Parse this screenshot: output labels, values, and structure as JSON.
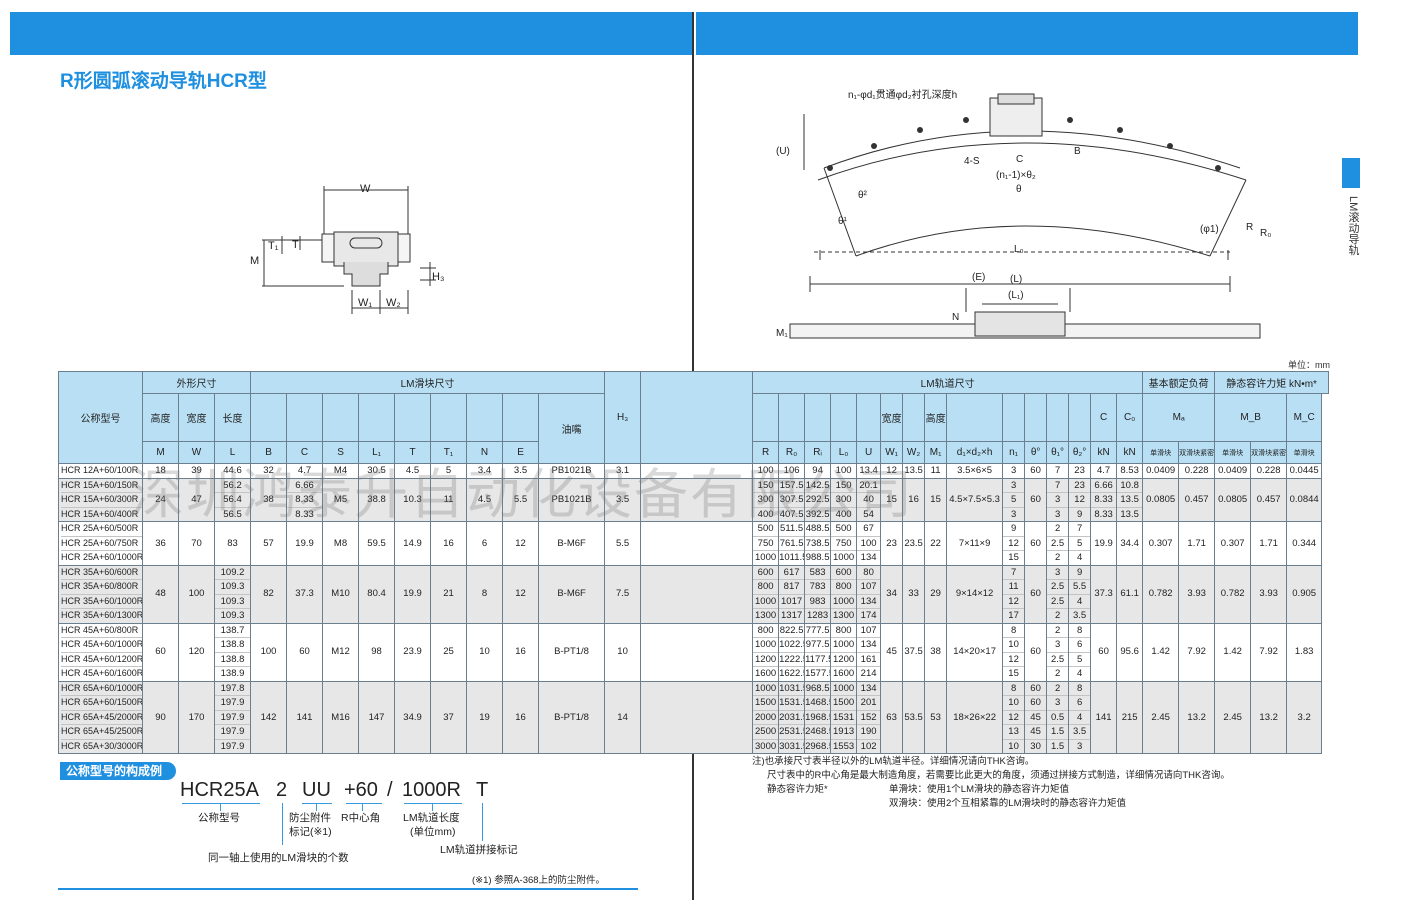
{
  "header": {
    "title": "R形圆弧滚动导轨HCR型",
    "side_tab": "LM滚动导轨",
    "unit": "单位：mm"
  },
  "watermark": "深圳鸿泰升自动化设备有限公司",
  "diagram_left": {
    "labels": {
      "W": "W",
      "T1": "T₁",
      "T": "T",
      "M": "M",
      "H3": "H₃",
      "W1": "W₁",
      "W2": "W₂"
    }
  },
  "diagram_right": {
    "labels": {
      "hole_note": "n₁-φd₁贯通φd₂衬孔深度h",
      "U": "(U)",
      "S": "4-S",
      "C": "C",
      "B": "B",
      "pitch": "(n₁-1)×θ₂",
      "theta": "θ",
      "theta2": "θ²",
      "theta1": "θ¹",
      "L0": "L₀",
      "phi1": "(φ1)",
      "R": "R",
      "R0": "R₀",
      "E": "(E)",
      "L": "(L)",
      "L1": "(L₁)",
      "N": "N",
      "M1": "M₁"
    }
  },
  "table": {
    "head": {
      "model": "公称型号",
      "outer": "外形尺寸",
      "block": "LM滑块尺寸",
      "oil": "油嘴",
      "h3": "H₃",
      "rail": "LM轨道尺寸",
      "load": "基本额定负荷",
      "moment": "静态容许力矩 kN•m*",
      "height": "高度",
      "width": "宽度",
      "length": "长度",
      "rail_width": "宽度",
      "rail_height": "高度",
      "M": "M",
      "W": "W",
      "L": "L",
      "B": "B",
      "C": "C",
      "S": "S",
      "L1": "L₁",
      "T": "T",
      "T1": "T₁",
      "N": "N",
      "E": "E",
      "R": "R",
      "Ro": "R₀",
      "Ri": "Rᵢ",
      "Lo": "L₀",
      "U": "U",
      "W1": "W₁",
      "W2": "W₂",
      "M1": "M₁",
      "dxh": "d₁×d₂×h",
      "n1": "n₁",
      "theta": "θ°",
      "theta1": "θ₁°",
      "theta2": "θ₂°",
      "Cd": "C",
      "C0": "C₀",
      "kN": "kN",
      "kN2": "kN",
      "MA": "Mₐ",
      "MB": "M_B",
      "MC": "M_C",
      "single": "单滑块",
      "double": "双滑块紧密接触"
    },
    "groups": [
      {
        "rows": [
          {
            "model": "HCR 12A+60/100R",
            "M": "18",
            "W": "39",
            "L": "44.6",
            "B": "32",
            "C": "4.7",
            "S": "M4",
            "L1": "30.5",
            "T": "4.5",
            "T1": "5",
            "N": "3.4",
            "E": "3.5",
            "oil": "PB1021B",
            "H3": "3.1",
            "R": "100",
            "Ro": "106",
            "Ri": "94",
            "Lo": "100",
            "U": "13.4",
            "W1": "12",
            "W2": "13.5",
            "M1": "11",
            "dxh": "3.5×6×5",
            "n1": "3",
            "th": "60",
            "th1": "7",
            "th2": "23",
            "C0": "8.53",
            "MA1": "0.0409",
            "MA2": "0.228",
            "MB1": "0.0409",
            "MB2": "0.228",
            "MC": "0.0445"
          }
        ]
      },
      {
        "model": [
          "HCR 15A+60/150R",
          "HCR 15A+60/300R",
          "HCR 15A+60/400R"
        ],
        "M": "24",
        "W": "47",
        "L": [
          "56.2",
          "56.4",
          "56.5"
        ],
        "B": "38",
        "C": [
          "6.66",
          "8.33",
          "8.33"
        ],
        "S": "M5",
        "L1": "38.8",
        "T": "10.3",
        "T1": "11",
        "N": "4.5",
        "E": "5.5",
        "oil": "PB1021B",
        "H3": "3.5",
        "R": [
          "150",
          "300",
          "400"
        ],
        "Ro": [
          "157.5",
          "307.5",
          "407.5"
        ],
        "Ri": [
          "142.5",
          "292.5",
          "392.5"
        ],
        "Lo": [
          "150",
          "300",
          "400"
        ],
        "U": [
          "20.1",
          "40",
          "54"
        ],
        "W1": "15",
        "W2": "16",
        "M1": "15",
        "dxh": "4.5×7.5×5.3",
        "n1": [
          "3",
          "5",
          "3"
        ],
        "th": "60",
        "th1": [
          "7",
          "3",
          "3"
        ],
        "th2": [
          "23",
          "12",
          "9"
        ],
        "C0": [
          "10.8",
          "13.5",
          "13.5"
        ],
        "MA1": "0.0805",
        "MA2": "0.457",
        "MB1": "0.0805",
        "MB2": "0.457",
        "MC": "0.0844"
      },
      {
        "model": [
          "HCR 25A+60/500R",
          "HCR 25A+60/750R",
          "HCR 25A+60/1000R"
        ],
        "M": "36",
        "W": "70",
        "L": "83",
        "B": "57",
        "C": "19.9",
        "S": "M8",
        "L1": "59.5",
        "T": "14.9",
        "T1": "16",
        "N": "6",
        "E": "12",
        "oil": "B-M6F",
        "H3": "5.5",
        "R": [
          "500",
          "750",
          "1000"
        ],
        "Ro": [
          "511.5",
          "761.5",
          "1011.5"
        ],
        "Ri": [
          "488.5",
          "738.5",
          "988.5"
        ],
        "Lo": [
          "500",
          "750",
          "1000"
        ],
        "U": [
          "67",
          "100",
          "134"
        ],
        "W1": "23",
        "W2": "23.5",
        "M1": "22",
        "dxh": "7×11×9",
        "n1": [
          "9",
          "12",
          "15"
        ],
        "th": "60",
        "th1": [
          "2",
          "2.5",
          "2"
        ],
        "th2": [
          "7",
          "5",
          "4"
        ],
        "C0": "34.4",
        "MA1": "0.307",
        "MA2": "1.71",
        "MB1": "0.307",
        "MB2": "1.71",
        "MC": "0.344"
      },
      {
        "model": [
          "HCR 35A+60/600R",
          "HCR 35A+60/800R",
          "HCR 35A+60/1000R",
          "HCR 35A+60/1300R"
        ],
        "M": "48",
        "W": "100",
        "L": [
          "109.2",
          "109.3",
          "109.3",
          "109.3"
        ],
        "B": "82",
        "C": "37.3",
        "S": "M10",
        "L1": "80.4",
        "T": "19.9",
        "T1": "21",
        "N": "8",
        "E": "12",
        "oil": "B-M6F",
        "H3": "7.5",
        "R": [
          "600",
          "800",
          "1000",
          "1300"
        ],
        "Ro": [
          "617",
          "817",
          "1017",
          "1317"
        ],
        "Ri": [
          "583",
          "783",
          "983",
          "1283"
        ],
        "Lo": [
          "600",
          "800",
          "1000",
          "1300"
        ],
        "U": [
          "80",
          "107",
          "134",
          "174"
        ],
        "W1": "34",
        "W2": "33",
        "M1": "29",
        "dxh": "9×14×12",
        "n1": [
          "7",
          "11",
          "12",
          "17"
        ],
        "th": "60",
        "th1": [
          "3",
          "2.5",
          "2.5",
          "2"
        ],
        "th2": [
          "9",
          "5.5",
          "4",
          "3.5"
        ],
        "C0": "61.1",
        "MA1": "0.782",
        "MA2": "3.93",
        "MB1": "0.782",
        "MB2": "3.93",
        "MC": "0.905"
      },
      {
        "model": [
          "HCR 45A+60/800R",
          "HCR 45A+60/1000R",
          "HCR 45A+60/1200R",
          "HCR 45A+60/1600R"
        ],
        "M": "60",
        "W": "120",
        "L": [
          "138.7",
          "138.8",
          "138.8",
          "138.9"
        ],
        "B": "100",
        "C": "60",
        "S": "M12",
        "L1": "98",
        "T": "23.9",
        "T1": "25",
        "N": "10",
        "E": "16",
        "oil": "B-PT1/8",
        "H3": "10",
        "R": [
          "800",
          "1000",
          "1200",
          "1600"
        ],
        "Ro": [
          "822.5",
          "1022.5",
          "1222.5",
          "1622.5"
        ],
        "Ri": [
          "777.5",
          "977.5",
          "1177.5",
          "1577.5"
        ],
        "Lo": [
          "800",
          "1000",
          "1200",
          "1600"
        ],
        "U": [
          "107",
          "134",
          "161",
          "214"
        ],
        "W1": "45",
        "W2": "37.5",
        "M1": "38",
        "dxh": "14×20×17",
        "n1": [
          "8",
          "10",
          "12",
          "15"
        ],
        "th": "60",
        "th1": [
          "2",
          "3",
          "2.5",
          "2"
        ],
        "th2": [
          "8",
          "6",
          "5",
          "4"
        ],
        "C0": "95.6",
        "MA1": "1.42",
        "MA2": "7.92",
        "MB1": "1.42",
        "MB2": "7.92",
        "MC": "1.83"
      },
      {
        "model": [
          "HCR 65A+60/1000R",
          "HCR 65A+60/1500R",
          "HCR 65A+45/2000R",
          "HCR 65A+45/2500R",
          "HCR 65A+30/3000R"
        ],
        "M": "90",
        "W": "170",
        "L": [
          "197.8",
          "197.9",
          "197.9",
          "197.9",
          "197.9"
        ],
        "B": "142",
        "C": "141",
        "S": "M16",
        "L1": "147",
        "T": "34.9",
        "T1": "37",
        "N": "19",
        "E": "16",
        "oil": "B-PT1/8",
        "H3": "14",
        "R": [
          "1000",
          "1500",
          "2000",
          "2500",
          "3000"
        ],
        "Ro": [
          "1031.5",
          "1531.5",
          "2031.5",
          "2531.5",
          "3031.5"
        ],
        "Ri": [
          "968.5",
          "1468.5",
          "1968.5",
          "2468.5",
          "2968.5"
        ],
        "Lo": [
          "1000",
          "1500",
          "1531",
          "1913",
          "1553"
        ],
        "U": [
          "134",
          "201",
          "152",
          "190",
          "102"
        ],
        "W1": "63",
        "W2": "53.5",
        "M1": "53",
        "dxh": "18×26×22",
        "n1": [
          "8",
          "10",
          "12",
          "13",
          "10"
        ],
        "th": [
          "60",
          "60",
          "45",
          "45",
          "30"
        ],
        "th1": [
          "2",
          "3",
          "0.5",
          "1.5",
          "1.5"
        ],
        "th2": [
          "8",
          "6",
          "4",
          "3.5",
          "3"
        ],
        "C0": "215",
        "MA1": "2.45",
        "MA2": "13.2",
        "MB1": "2.45",
        "MB2": "13.2",
        "MC": "3.2"
      }
    ]
  },
  "model_composition": {
    "label": "公称型号的构成例",
    "parts": [
      "HCR25A",
      "2",
      "UU",
      "+60",
      "/",
      "1000R",
      "T"
    ],
    "captions": {
      "model_no": "公称型号",
      "seal": "防尘附件",
      "seal2": "标记(※1)",
      "angle": "R中心角",
      "rail_len": "LM轨道长度",
      "rail_len2": "(单位mm)",
      "count": "同一轴上使用的LM滑块的个数",
      "joint": "LM轨道拼接标记",
      "ref": "(※1) 参照A-368上的防尘附件。"
    }
  },
  "notes": {
    "n1": "注)也承接尺寸表半径以外的LM轨道半径。详细情况请向THK咨询。",
    "n2": "尺寸表中的R中心角是最大制造角度，若需要比此更大的角度，须通过拼接方式制造，详细情况请向THK咨询。",
    "n3a": "静态容许力矩*",
    "n3b": "单滑块：使用1个LM滑块的静态容许力矩值",
    "n4": "双滑块：使用2个互相紧靠的LM滑块时的静态容许力矩值"
  }
}
